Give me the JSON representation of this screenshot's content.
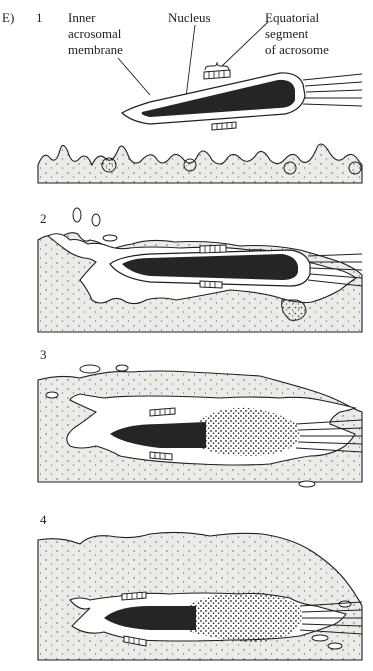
{
  "figure_label": "E)",
  "panels": [
    {
      "number": "1"
    },
    {
      "number": "2"
    },
    {
      "number": "3"
    },
    {
      "number": "4"
    }
  ],
  "labels": {
    "inner_acrosomal_membrane": [
      "Inner",
      "acrosomal",
      "membrane"
    ],
    "nucleus": "Nucleus",
    "equatorial_segment": [
      "Equatorial",
      "segment",
      "of acrosome"
    ]
  },
  "colors": {
    "ink": "#1e1e1e",
    "egg_cytoplasm": "#ebebe8",
    "nucleus": "#252525",
    "background": "#ffffff"
  }
}
